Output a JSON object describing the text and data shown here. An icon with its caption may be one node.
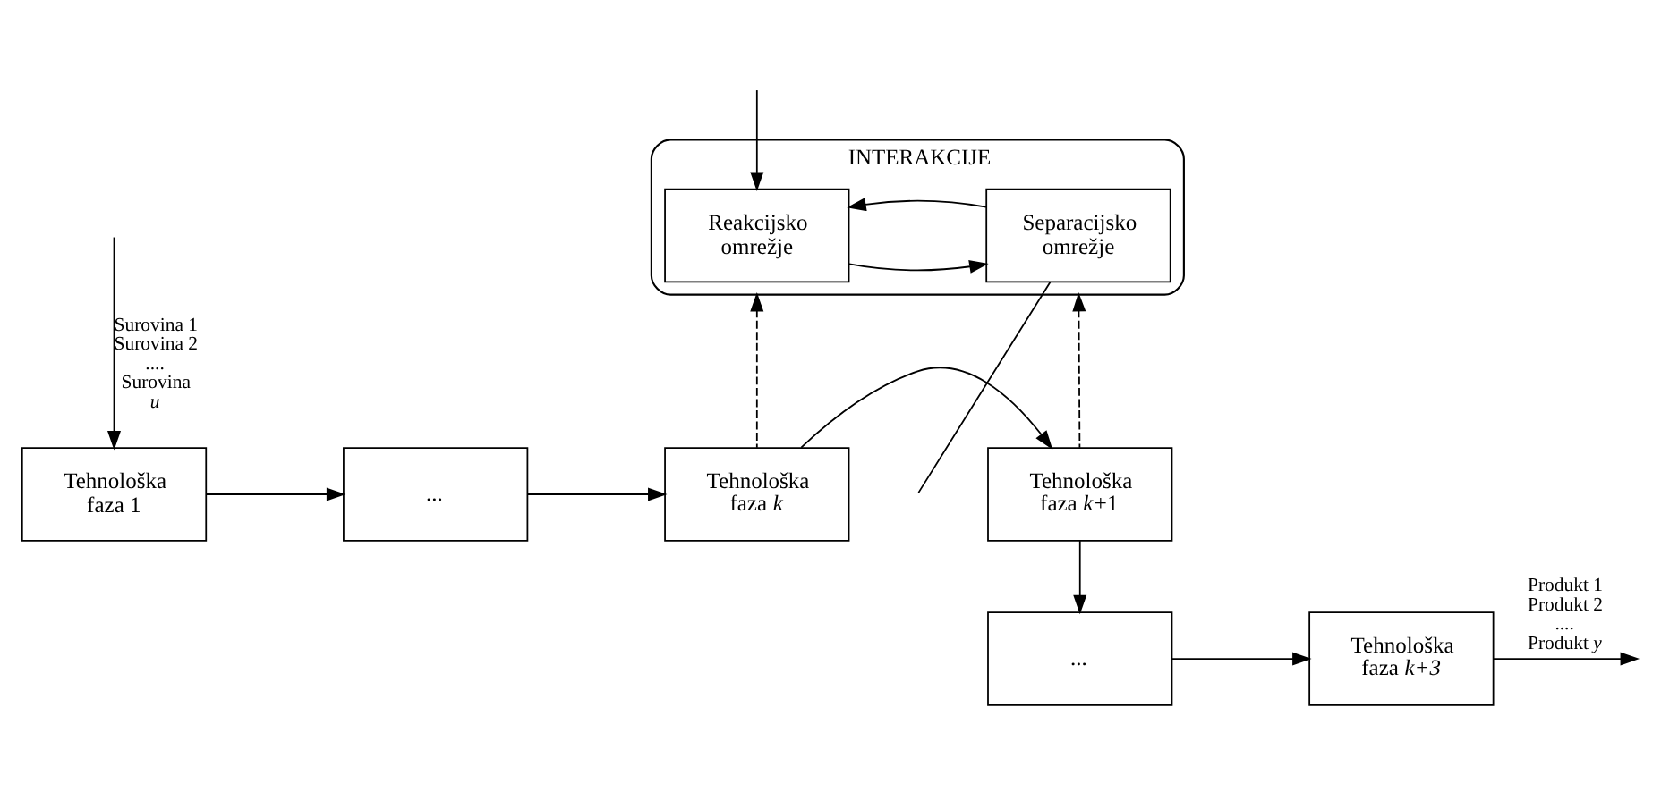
{
  "diagram": {
    "nodes": [
      {
        "text": [
          "INTERAKCIJE"
        ]
      },
      {
        "text": [
          "Reakcijsko omrežje"
        ],
        "in": 0
      },
      {
        "text": [
          "Separacijsko omrežje"
        ],
        "in": 0
      },
      {
        "text": [
          "Tehnološka faza 1"
        ]
      },
      {
        "text": [
          "..."
        ]
      },
      {
        "text": [
          "Tehnološka faza *k*"
        ]
      },
      {
        "text": [
          "Tehnološka faza *k*+1"
        ]
      },
      {
        "text": [
          "..."
        ]
      },
      {
        "text": [
          "Tehnološka faza *k+3*"
        ]
      }
    ],
    "edges": [
      {
        "from": null,
        "to": 1,
        "arrow": "to"
      },
      {
        "from": 1,
        "to": 2,
        "arrow": "to"
      },
      {
        "from": 2,
        "to": 1,
        "arrow": "to"
      },
      {
        "from": 2,
        "to": null,
        "arrow": "none"
      },
      {
        "from": null,
        "to": 3,
        "arrow": "to",
        "label": "Surovina 1 Surovina 2 .... Surovina *u*"
      },
      {
        "from": 3,
        "to": 4,
        "arrow": "to"
      },
      {
        "from": 4,
        "to": 5,
        "arrow": "to"
      },
      {
        "from": 5,
        "to": 6,
        "arrow": "to"
      },
      {
        "from": 5,
        "to": 0,
        "arrow": "to",
        "style": "dashed"
      },
      {
        "from": 6,
        "to": 0,
        "arrow": "to",
        "style": "dashed"
      },
      {
        "from": 6,
        "to": 7,
        "arrow": "to"
      },
      {
        "from": 7,
        "to": 8,
        "arrow": "to"
      },
      {
        "from": 8,
        "to": null,
        "arrow": "to",
        "label": "Produkt 1 Produkt 2 .... Produkt *y*"
      }
    ]
  }
}
